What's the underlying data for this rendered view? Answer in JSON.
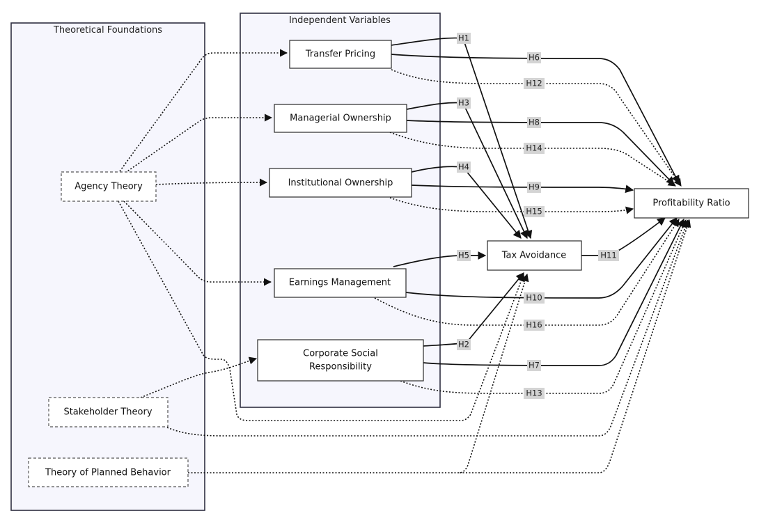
{
  "clusters": {
    "theoretical": "Theoretical Foundations",
    "independent": "Independent Variables"
  },
  "nodes": {
    "transfer_pricing": "Transfer Pricing",
    "managerial_ownership": "Managerial Ownership",
    "institutional_ownership": "Institutional Ownership",
    "earnings_management": "Earnings Management",
    "csr_line1": "Corporate Social",
    "csr_line2": "Responsibility",
    "agency_theory": "Agency Theory",
    "stakeholder_theory": "Stakeholder Theory",
    "planned_behavior": "Theory of Planned Behavior",
    "tax_avoidance": "Tax Avoidance",
    "profitability_ratio": "Profitability Ratio"
  },
  "edge_labels": {
    "h1": "H1",
    "h2": "H2",
    "h3": "H3",
    "h4": "H4",
    "h5": "H5",
    "h6": "H6",
    "h7": "H7",
    "h8": "H8",
    "h9": "H9",
    "h10": "H10",
    "h11": "H11",
    "h12": "H12",
    "h13": "H13",
    "h14": "H14",
    "h15": "H15",
    "h16": "H16"
  }
}
